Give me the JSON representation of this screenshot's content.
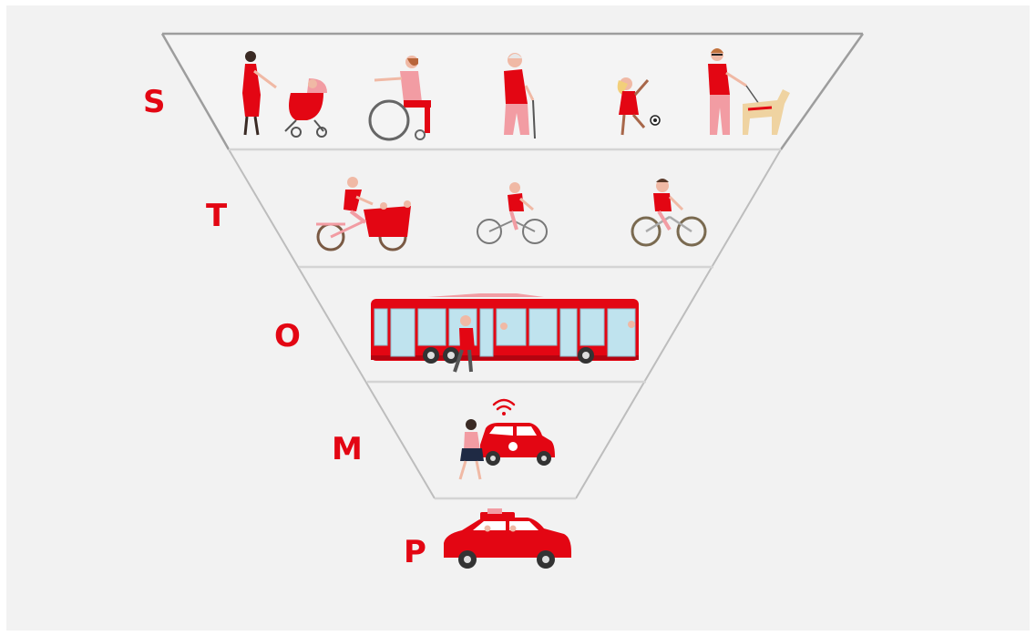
{
  "diagram": {
    "levels": [
      {
        "letter": "S",
        "contents": [
          "person-with-stroller",
          "wheelchair-user",
          "elderly-person-with-cane",
          "child-with-ball",
          "visually-impaired-person-with-guide-dog"
        ]
      },
      {
        "letter": "T",
        "contents": [
          "cargo-bike",
          "cyclist-woman",
          "cyclist-man"
        ]
      },
      {
        "letter": "O",
        "contents": [
          "bus",
          "pedestrian"
        ]
      },
      {
        "letter": "M",
        "contents": [
          "shared-car",
          "wifi-signal",
          "pedestrian-with-phone"
        ]
      },
      {
        "letter": "P",
        "contents": [
          "private-car"
        ]
      }
    ]
  },
  "colors": {
    "accent": "#e30613",
    "light_red": "#f29ca3",
    "frame": "#9d9d9d",
    "background": "#f2f2f2"
  }
}
